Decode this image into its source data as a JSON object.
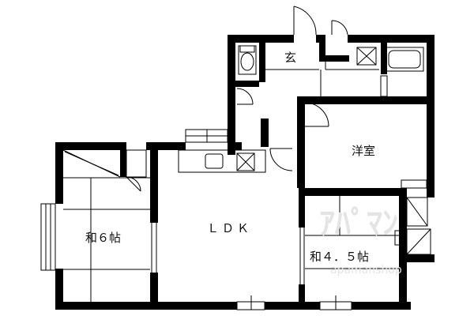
{
  "rooms": {
    "washitsu6": "和６帖",
    "ldk": "ＬＤＫ",
    "yoshitsu": "洋室",
    "washitsu45": "和４．５帖",
    "genkan": "玄"
  },
  "watermark": {
    "line1": "ｱﾊﾟﾏﾝ",
    "line2": "apamanshop"
  },
  "colors": {
    "wall": "#000000",
    "line": "#000000",
    "paper": "#ffffff",
    "watermark": "#e4e4e4"
  }
}
